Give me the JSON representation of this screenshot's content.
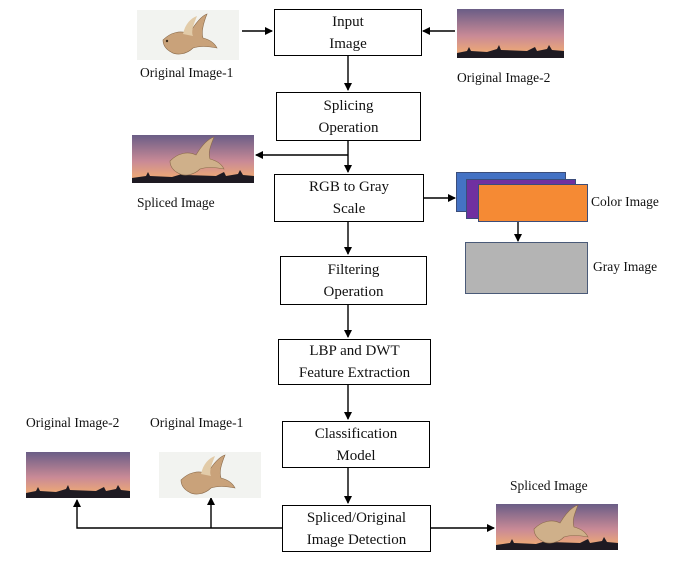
{
  "flow": {
    "input_image": "Input\nImage",
    "splicing": "Splicing\nOperation",
    "rgb_gray": "RGB to Gray\nScale",
    "filtering": "Filtering\nOperation",
    "feature": "LBP and DWT\nFeature Extraction",
    "classification": "Classification\nModel",
    "detection": "Spliced/Original\nImage Detection"
  },
  "labels": {
    "original_1_top": "Original Image-1",
    "original_2_top": "Original Image-2",
    "spliced_mid": "Spliced Image",
    "color_image": "Color Image",
    "gray_image": "Gray Image",
    "original_2_bottom": "Original Image-2",
    "original_1_bottom": "Original Image-1",
    "spliced_bottom": "Spliced Image"
  },
  "colors": {
    "panel_blue": "#4472c4",
    "panel_purple": "#7030a0",
    "panel_orange": "#f58a34",
    "panel_gray": "#b4b4b4",
    "sunset_top": "#6a5d86",
    "sunset_mid": "#c98a96",
    "sunset_low": "#e9a57a"
  },
  "icons": {
    "bird": "bird-photo",
    "sunset": "sunset-photo",
    "spliced": "bird-over-sunset-photo"
  }
}
